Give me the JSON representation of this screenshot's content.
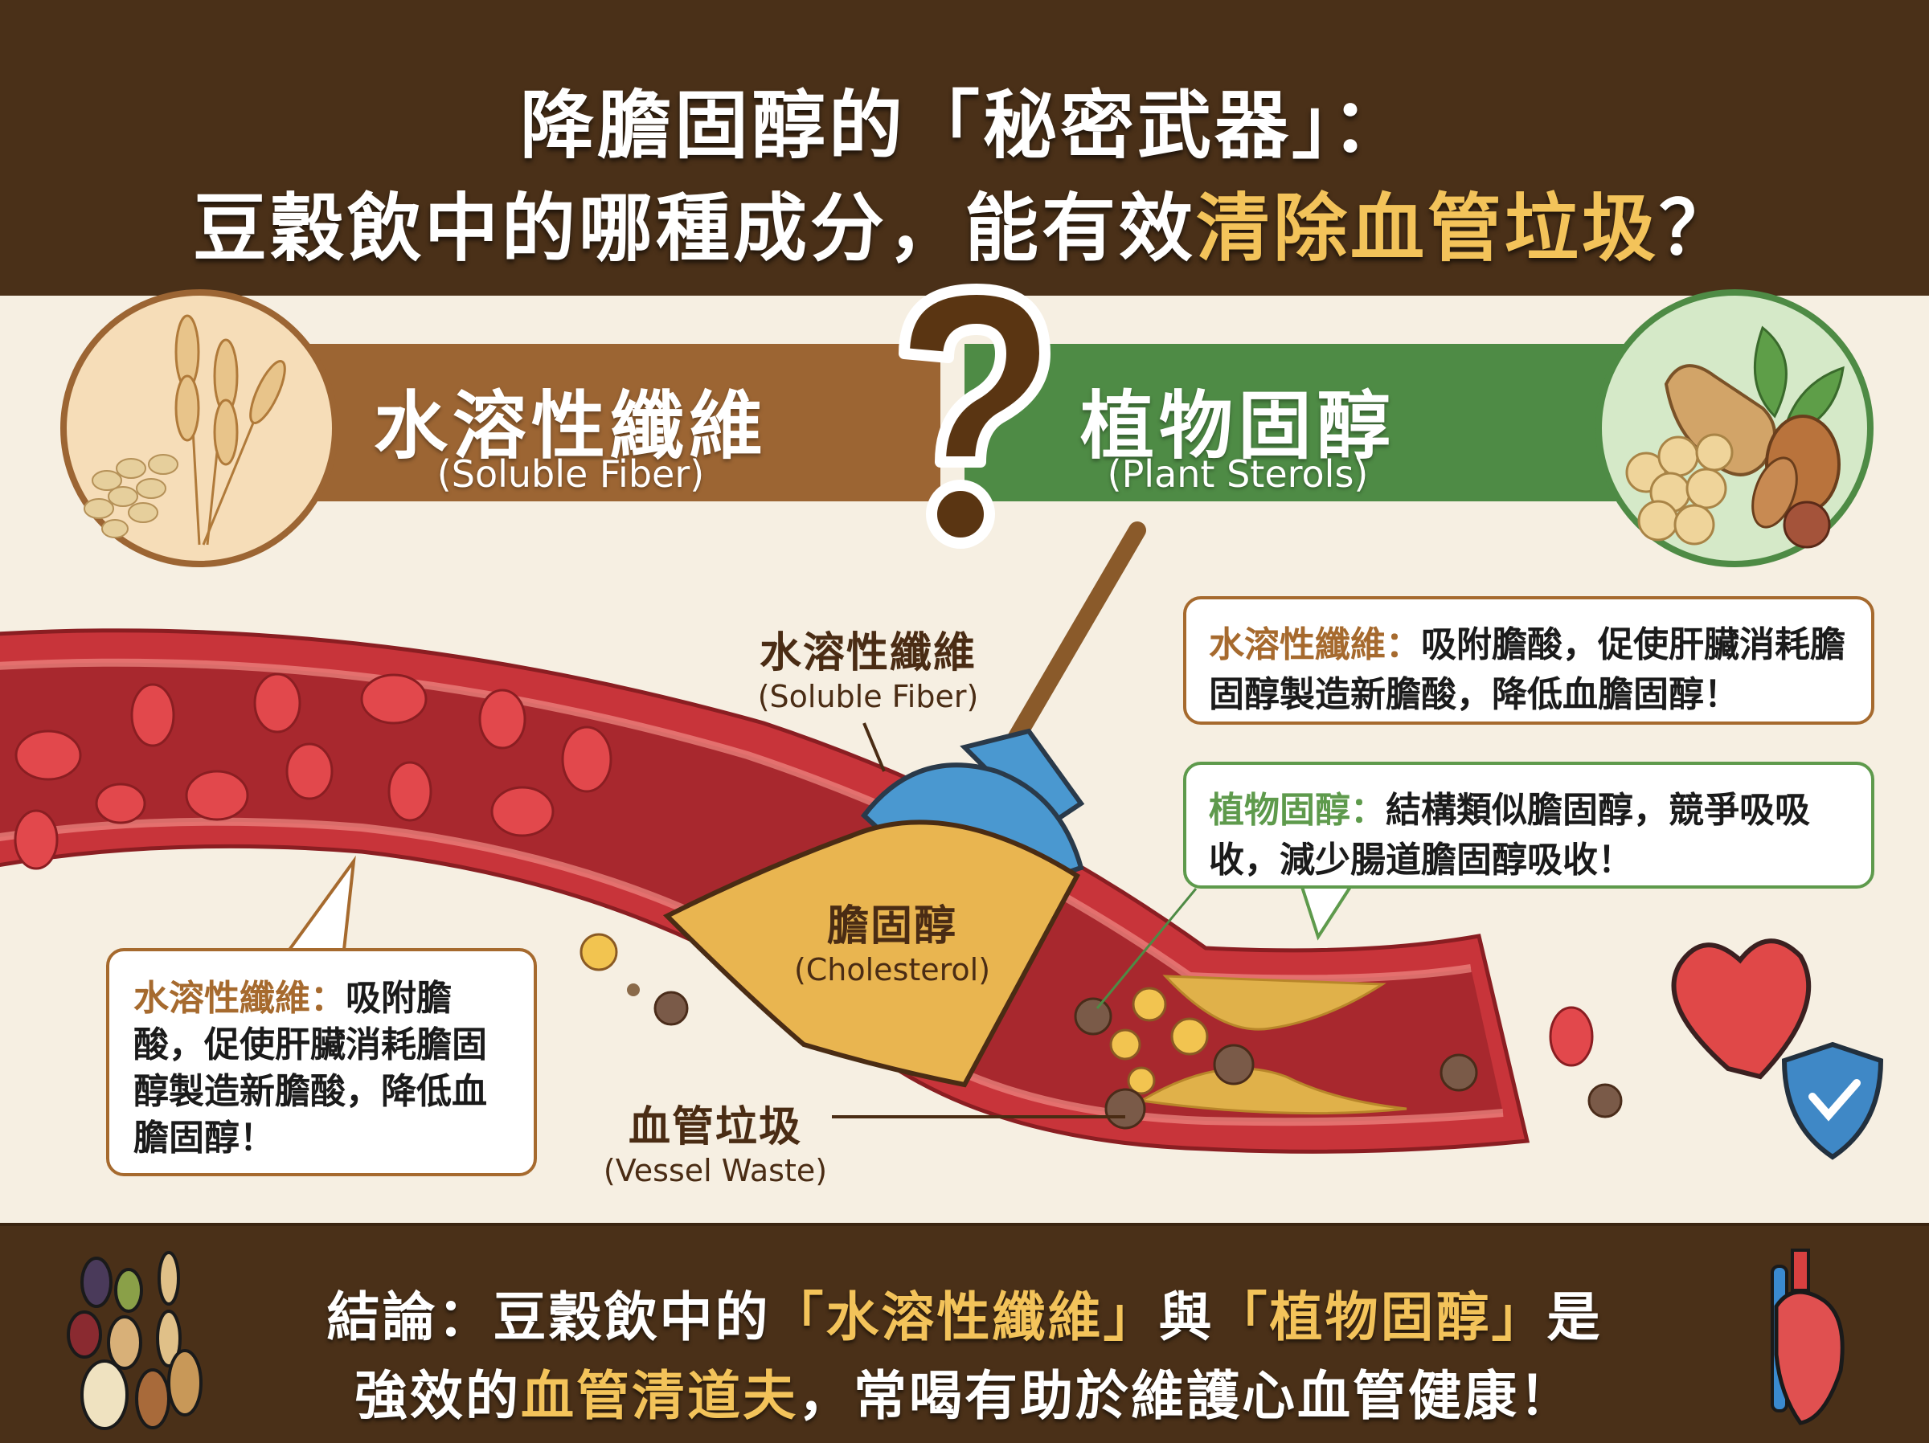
{
  "header": {
    "title_line1": "降膽固醇的「秘密武器」：",
    "title_line2_prefix": "豆穀飲中的哪種成分，能有效",
    "title_line2_highlight": "清除血管垃圾",
    "title_line2_suffix": "？"
  },
  "comparison": {
    "question_icon": "question-mark-icon",
    "left": {
      "label_zh": "水溶性纖維",
      "label_en": "(Soluble Fiber)",
      "icon": "wheat-grain-icon",
      "color": "#9c6533"
    },
    "right": {
      "label_zh": "植物固醇",
      "label_en": "(Plant Sterols)",
      "icon": "nuts-soybean-icon",
      "color": "#4e8b45"
    }
  },
  "diagram": {
    "broom_label_zh": "水溶性纖維",
    "broom_label_en": "(Soluble Fiber)",
    "cholesterol_label_zh": "膽固醇",
    "cholesterol_label_en": "(Cholesterol)",
    "waste_label_zh": "血管垃圾",
    "waste_label_en": "(Vessel Waste)",
    "icons": [
      "blood-vessel-icon",
      "red-blood-cell-icon",
      "broom-icon",
      "plaque-icon",
      "heart-icon",
      "shield-check-icon"
    ]
  },
  "bubbles": {
    "top_right": {
      "key": "水溶性纖維：",
      "text": "吸附膽酸，促使肝臟消耗膽固醇製造新膽酸，降低血膽固醇！"
    },
    "mid_right": {
      "key": "植物固醇：",
      "text": "結構類似膽固醇，競爭吸吸收，減少腸道膽固醇吸收！"
    },
    "bottom_left": {
      "key": "水溶性纖維：",
      "text": "吸附膽酸，促使肝臟消耗膽固醇製造新膽酸，降低血膽固醇！"
    }
  },
  "footer": {
    "line1_prefix": "結論：豆穀飲中的",
    "line1_hl1": "「水溶性纖維」",
    "line1_mid": "與",
    "line1_hl2": "「植物固醇」",
    "line1_suffix": "是",
    "line2_prefix": "強效的",
    "line2_hl": "血管清道夫",
    "line2_suffix": "，常喝有助於維護心血管健康！",
    "left_icon": "beans-grains-icon",
    "right_icon": "anatomical-heart-icon"
  },
  "colors": {
    "header_bg": "#4a3018",
    "background": "#f6efe2",
    "highlight": "#f3c35a",
    "fiber_brown": "#9c6533",
    "sterol_green": "#4e8b45",
    "vessel_red": "#c8343a"
  }
}
